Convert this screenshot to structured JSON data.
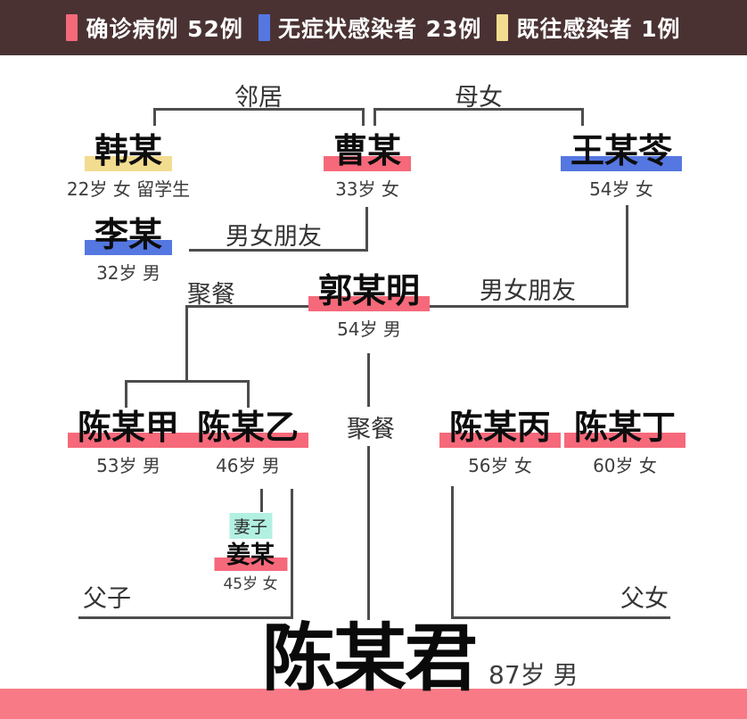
{
  "legend": {
    "bg": "#4a3233",
    "items": [
      {
        "label": "确诊病例 52例",
        "color": "#f5697a",
        "status": "confirmed"
      },
      {
        "label": "无症状感染者 23例",
        "color": "#5577e1",
        "status": "asymptomatic"
      },
      {
        "label": "既往感染者 1例",
        "color": "#f2dc90",
        "status": "previous"
      }
    ]
  },
  "colors": {
    "confirmed": "#f5697a",
    "asymptomatic": "#5577e1",
    "previous": "#f2dc90",
    "relation_tag": "#b2f0e2",
    "line": "#4d4d4d",
    "bottom_bar": "#f87a86"
  },
  "relations": {
    "neighbor": "邻居",
    "mother_daughter": "母女",
    "couple_upper": "男女朋友",
    "couple_lower": "男女朋友",
    "dinner_left": "聚餐",
    "dinner_center": "聚餐",
    "wife": "妻子",
    "father_son": "父子",
    "father_daughter": "父女"
  },
  "nodes": [
    {
      "name": "韩某",
      "detail": "22岁 女 留学生",
      "status": "previous"
    },
    {
      "name": "曹某",
      "detail": "33岁 女",
      "status": "confirmed"
    },
    {
      "name": "王某苓",
      "detail": "54岁 女",
      "status": "asymptomatic"
    },
    {
      "name": "李某",
      "detail": "32岁 男",
      "status": "asymptomatic"
    },
    {
      "name": "郭某明",
      "detail": "54岁 男",
      "status": "confirmed"
    },
    {
      "name": "陈某甲",
      "detail": "53岁 男",
      "status": "confirmed"
    },
    {
      "name": "陈某乙",
      "detail": "46岁 男",
      "status": "confirmed"
    },
    {
      "name": "陈某丙",
      "detail": "56岁 女",
      "status": "confirmed"
    },
    {
      "name": "陈某丁",
      "detail": "60岁 女",
      "status": "confirmed"
    },
    {
      "name": "姜某",
      "detail": "45岁 女",
      "status": "confirmed",
      "tag": "妻子"
    },
    {
      "name": "陈某君",
      "detail": "87岁 男",
      "status": "confirmed"
    }
  ]
}
